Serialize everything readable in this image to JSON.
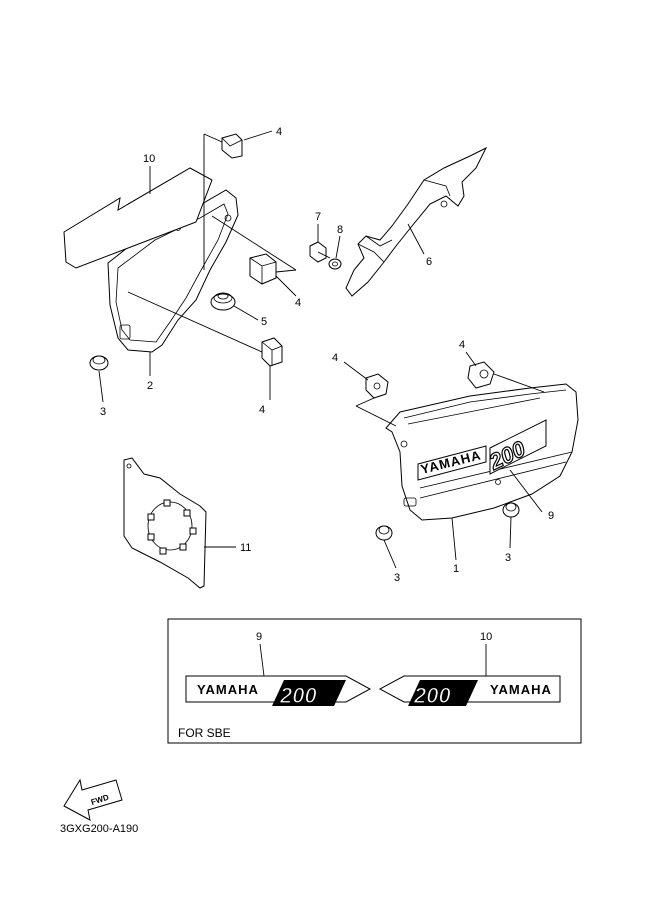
{
  "callouts": {
    "c4_top": "4",
    "c10": "10",
    "c7": "7",
    "c8": "8",
    "c6": "6",
    "c4_mid": "4",
    "c5": "5",
    "c3_left": "3",
    "c2": "2",
    "c4_lower": "4",
    "c4_right_a": "4",
    "c4_right_b": "4",
    "c9": "9",
    "c3_right_a": "3",
    "c3_right_b": "3",
    "c1": "1",
    "c11": "11"
  },
  "inset": {
    "title": "FOR SBE",
    "label_9": "9",
    "label_10": "10",
    "decal_left_brand": "YAMAHA",
    "decal_left_model": "200",
    "decal_right_brand": "YAMAHA",
    "decal_right_model": "200"
  },
  "cover_brand": "YAMAHA",
  "cover_model": "200",
  "fwd_label": "FWD",
  "diagram_code": "3GXG200-A190"
}
